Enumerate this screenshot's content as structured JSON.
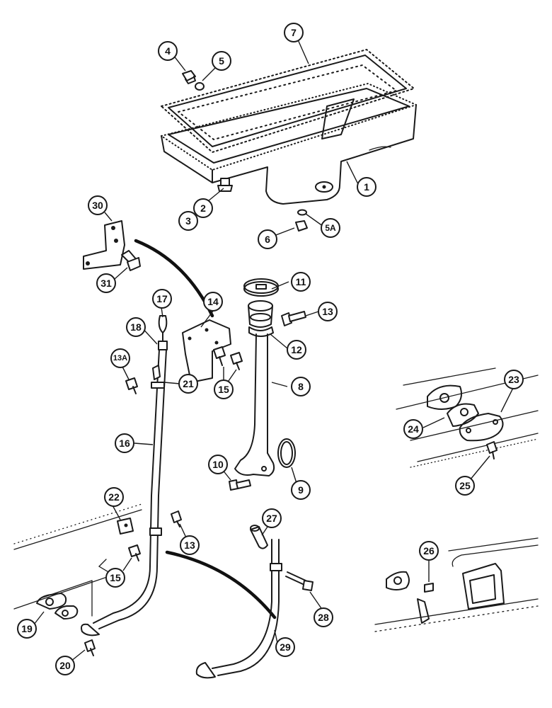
{
  "callouts": [
    {
      "id": "1",
      "label": "1"
    },
    {
      "id": "2",
      "label": "2"
    },
    {
      "id": "3",
      "label": "3"
    },
    {
      "id": "4",
      "label": "4"
    },
    {
      "id": "5",
      "label": "5"
    },
    {
      "id": "5A",
      "label": "5A"
    },
    {
      "id": "6",
      "label": "6"
    },
    {
      "id": "7",
      "label": "7"
    },
    {
      "id": "8",
      "label": "8"
    },
    {
      "id": "9",
      "label": "9"
    },
    {
      "id": "10",
      "label": "10"
    },
    {
      "id": "11",
      "label": "11"
    },
    {
      "id": "12",
      "label": "12"
    },
    {
      "id": "13a",
      "label": "13"
    },
    {
      "id": "13A",
      "label": "13A"
    },
    {
      "id": "13b",
      "label": "13"
    },
    {
      "id": "14",
      "label": "14"
    },
    {
      "id": "15a",
      "label": "15"
    },
    {
      "id": "15b",
      "label": "15"
    },
    {
      "id": "16",
      "label": "16"
    },
    {
      "id": "17",
      "label": "17"
    },
    {
      "id": "18",
      "label": "18"
    },
    {
      "id": "19",
      "label": "19"
    },
    {
      "id": "20",
      "label": "20"
    },
    {
      "id": "21",
      "label": "21"
    },
    {
      "id": "22",
      "label": "22"
    },
    {
      "id": "23",
      "label": "23"
    },
    {
      "id": "24",
      "label": "24"
    },
    {
      "id": "25",
      "label": "25"
    },
    {
      "id": "26",
      "label": "26"
    },
    {
      "id": "27",
      "label": "27"
    },
    {
      "id": "28",
      "label": "28"
    },
    {
      "id": "29",
      "label": "29"
    },
    {
      "id": "30",
      "label": "30"
    },
    {
      "id": "31",
      "label": "31"
    }
  ]
}
